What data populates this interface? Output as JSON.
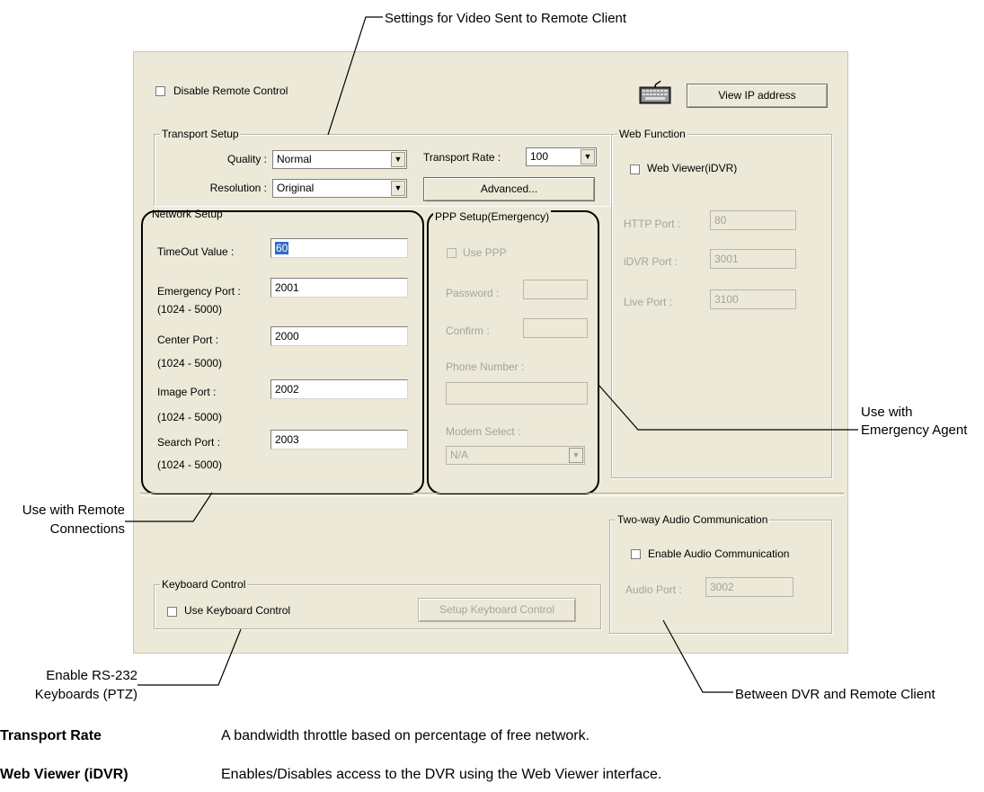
{
  "callouts": {
    "settings_video": "Settings for Video Sent to Remote Client",
    "use_with": "Use with",
    "emergency_agent": "Emergency Agent",
    "use_with_remote": "Use with Remote",
    "connections": "Connections",
    "enable_rs232": "Enable RS-232",
    "keyboards_ptz": "Keyboards (PTZ)",
    "between_dvr": "Between DVR and Remote Client"
  },
  "dialog": {
    "disable_remote_control": "Disable Remote Control",
    "view_ip_button": "View IP address",
    "transport_setup": {
      "title": "Transport Setup",
      "quality_label": "Quality :",
      "quality_value": "Normal",
      "resolution_label": "Resolution :",
      "resolution_value": "Original",
      "transport_rate_label": "Transport Rate :",
      "transport_rate_value": "100",
      "advanced_button": "Advanced..."
    },
    "network_setup": {
      "title": "Network Setup",
      "timeout_label": "TimeOut Value :",
      "timeout_value": "60",
      "emergency_port_label": "Emergency Port :",
      "emergency_port_value": "2001",
      "emergency_range": "(1024 - 5000)",
      "center_port_label": "Center Port :",
      "center_port_value": "2000",
      "center_range": "(1024 - 5000)",
      "image_port_label": "Image Port :",
      "image_port_value": "2002",
      "image_range": "(1024 - 5000)",
      "search_port_label": "Search Port :",
      "search_port_value": "2003",
      "search_range": "(1024 - 5000)"
    },
    "ppp_setup": {
      "title": "PPP Setup(Emergency)",
      "use_ppp": "Use PPP",
      "password_label": "Password :",
      "confirm_label": "Confirm :",
      "phone_label": "Phone Number :",
      "modem_label": "Modem Select :",
      "modem_value": "N/A"
    },
    "web_function": {
      "title": "Web Function",
      "web_viewer": "Web Viewer(iDVR)",
      "http_label": "HTTP Port :",
      "http_value": "80",
      "idvr_label": "iDVR Port :",
      "idvr_value": "3001",
      "live_label": "Live Port :",
      "live_value": "3100"
    },
    "audio": {
      "title": "Two-way Audio Communication",
      "enable": "Enable Audio Communication",
      "port_label": "Audio Port :",
      "port_value": "3002"
    },
    "keyboard": {
      "title": "Keyboard Control",
      "use": "Use Keyboard Control",
      "setup_button": "Setup Keyboard Control"
    }
  },
  "definitions": [
    {
      "term": "Transport Rate",
      "desc": "A bandwidth throttle based on percentage of free network."
    },
    {
      "term": "Web Viewer (iDVR)",
      "desc": "Enables/Disables access to the DVR using the Web Viewer interface."
    }
  ]
}
